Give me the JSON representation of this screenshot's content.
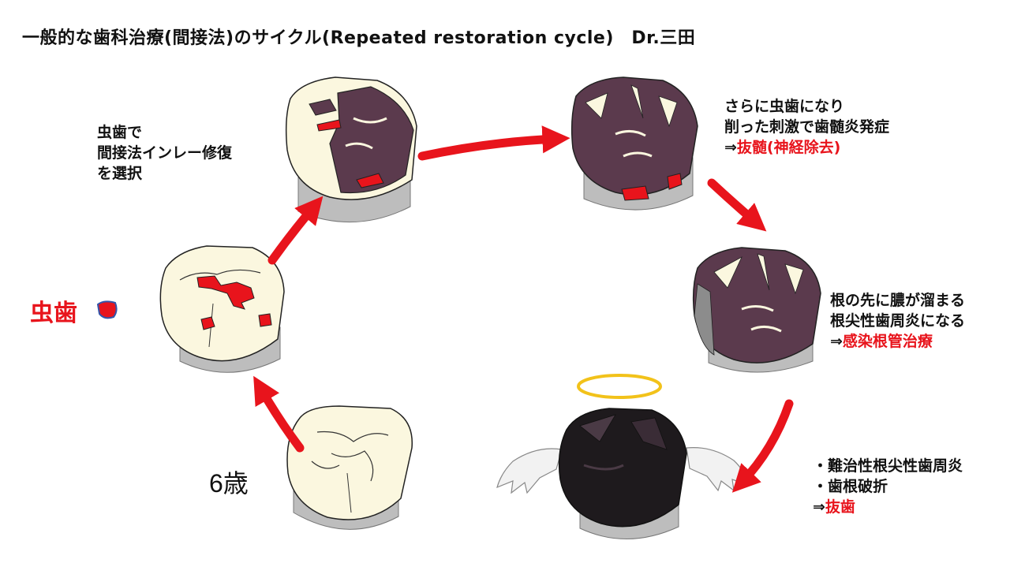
{
  "title": "一般的な歯科治療(間接法)のサイクル(Repeated restoration cycle)　Dr.三田",
  "labels": {
    "inlay": [
      "虫歯で",
      "間接法インレー修復",
      "を選択"
    ],
    "pulp": {
      "lines": [
        "さらに虫歯になり",
        "削った刺激で歯髄炎発症"
      ],
      "arrow": "⇒",
      "treatment": "抜髄(神経除去)"
    },
    "root": {
      "lines": [
        "根の先に膿が溜まる",
        "根尖性歯周炎になる"
      ],
      "arrow": "⇒",
      "treatment": "感染根管治療"
    },
    "extraction": {
      "lines": [
        "・難治性根尖性歯周炎",
        "・歯根破折"
      ],
      "arrow": "⇒",
      "treatment": "抜歯"
    },
    "caries": "虫歯",
    "age": "6歳"
  },
  "colors": {
    "accent_red": "#e8141c",
    "tooth_ivory": "#fbf7df",
    "tooth_purple": "#5b3a4d",
    "tooth_dark": "#1e1a1d",
    "root_gray": "#bdbdbd",
    "halo_gold": "#f2c21a"
  }
}
